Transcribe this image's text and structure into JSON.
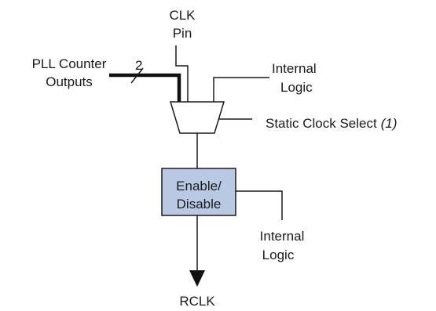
{
  "diagram": {
    "clk_pin": {
      "line1": "CLK",
      "line2": "Pin"
    },
    "pll_counter": {
      "line1": "PLL Counter",
      "line2": "Outputs"
    },
    "bus_width": "2",
    "internal_logic_top": {
      "line1": "Internal",
      "line2": "Logic"
    },
    "static_clock_select": {
      "text": "Static Clock Select",
      "note": "(1)"
    },
    "enable_block": {
      "line1": "Enable/",
      "line2": "Disable",
      "fill": "#b9c9e3"
    },
    "internal_logic_bottom": {
      "line1": "Internal",
      "line2": "Logic"
    },
    "output": "RCLK"
  }
}
